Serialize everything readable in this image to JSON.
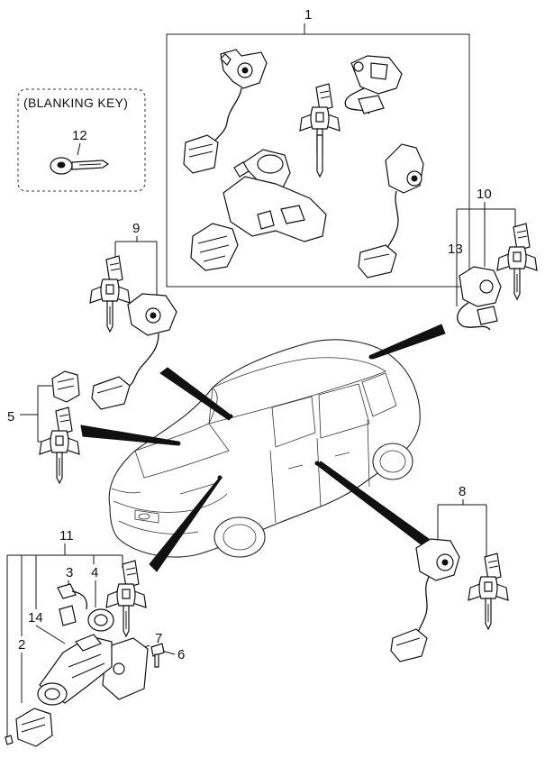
{
  "diagram": {
    "blanking_key_label": "(BLANKING KEY)",
    "callouts": [
      {
        "id": "c1",
        "text": "1"
      },
      {
        "id": "c2",
        "text": "2"
      },
      {
        "id": "c3",
        "text": "3"
      },
      {
        "id": "c4",
        "text": "4"
      },
      {
        "id": "c5",
        "text": "5"
      },
      {
        "id": "c6",
        "text": "6"
      },
      {
        "id": "c7",
        "text": "7"
      },
      {
        "id": "c8",
        "text": "8"
      },
      {
        "id": "c9",
        "text": "9"
      },
      {
        "id": "c10",
        "text": "10"
      },
      {
        "id": "c11",
        "text": "11"
      },
      {
        "id": "c12",
        "text": "12"
      },
      {
        "id": "c13",
        "text": "13"
      },
      {
        "id": "c14",
        "text": "14"
      }
    ]
  }
}
